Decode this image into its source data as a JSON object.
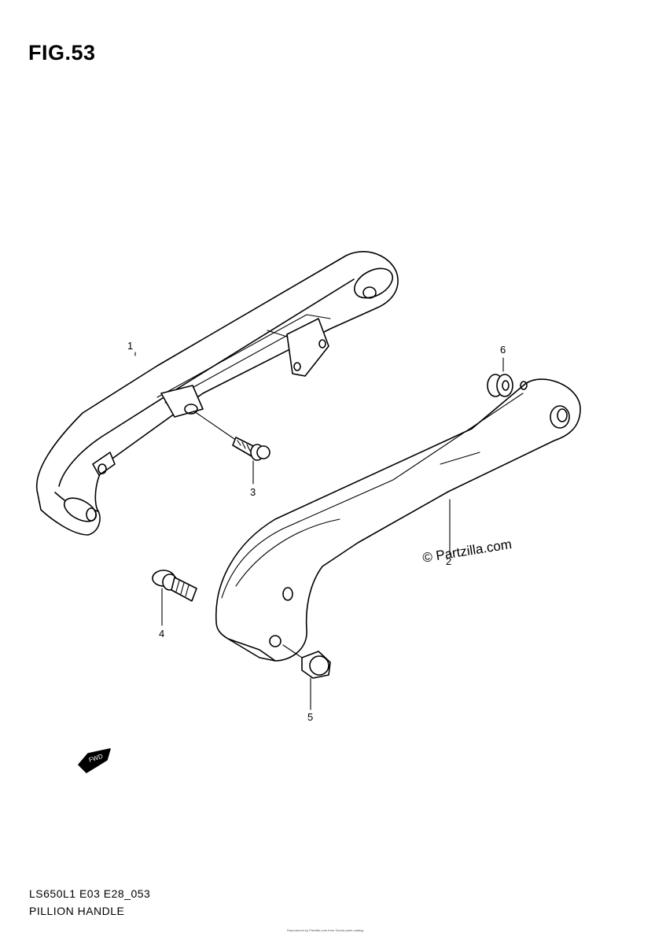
{
  "figure": {
    "title": "FIG.53",
    "model_code": "LS650L1 E03 E28_053",
    "section_name": "PILLION HANDLE",
    "fine_print": "Reproduced by Partzilla.com from Suzuki parts catalog"
  },
  "callouts": [
    "1",
    "2",
    "3",
    "4",
    "5",
    "6"
  ],
  "watermark": "© Partzilla.com",
  "direction_badge": "FWD"
}
